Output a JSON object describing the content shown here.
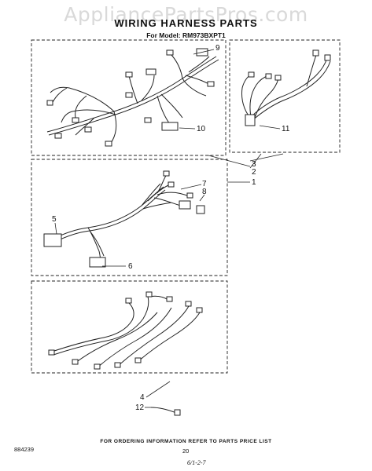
{
  "watermark": "AppliancePartsPros.com",
  "header": {
    "title": "WIRING HARNESS PARTS",
    "model": "For Model: RM973BXPT1"
  },
  "callouts": {
    "c1": "1",
    "c2": "2",
    "c3": "3",
    "c4": "4",
    "c5": "5",
    "c6": "6",
    "c7": "7",
    "c8": "8",
    "c9": "9",
    "c10": "10",
    "c11": "11",
    "c12": "12"
  },
  "footer": {
    "ordering_info": "FOR ORDERING INFORMATION REFER TO PARTS PRICE LIST",
    "doc_number": "884239",
    "page_number": "20",
    "handwritten_note": "6/1-2-7"
  }
}
